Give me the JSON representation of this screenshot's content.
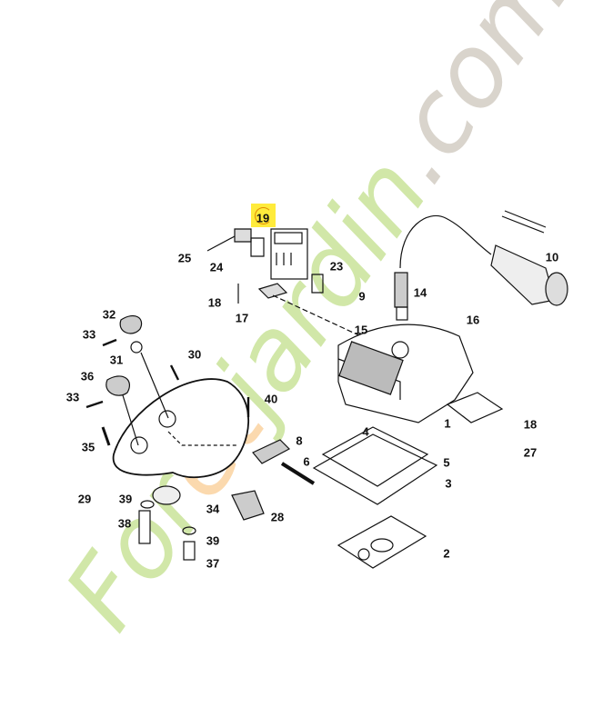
{
  "diagram": {
    "highlighted_part": "19",
    "highlight_color": "#ffeb3b",
    "labels": [
      {
        "id": "p19",
        "text": "19"
      },
      {
        "id": "p25",
        "text": "25"
      },
      {
        "id": "p24",
        "text": "24"
      },
      {
        "id": "p23",
        "text": "23"
      },
      {
        "id": "p18a",
        "text": "18"
      },
      {
        "id": "p17",
        "text": "17"
      },
      {
        "id": "p9",
        "text": "9"
      },
      {
        "id": "p14",
        "text": "14"
      },
      {
        "id": "p10",
        "text": "10"
      },
      {
        "id": "p16",
        "text": "16"
      },
      {
        "id": "p15",
        "text": "15"
      },
      {
        "id": "p32",
        "text": "32"
      },
      {
        "id": "p33a",
        "text": "33"
      },
      {
        "id": "p31",
        "text": "31"
      },
      {
        "id": "p30",
        "text": "30"
      },
      {
        "id": "p36",
        "text": "36"
      },
      {
        "id": "p33b",
        "text": "33"
      },
      {
        "id": "p40",
        "text": "40"
      },
      {
        "id": "p35",
        "text": "35"
      },
      {
        "id": "p8",
        "text": "8"
      },
      {
        "id": "p6",
        "text": "6"
      },
      {
        "id": "p1",
        "text": "1"
      },
      {
        "id": "p18b",
        "text": "18"
      },
      {
        "id": "p4",
        "text": "4"
      },
      {
        "id": "p5",
        "text": "5"
      },
      {
        "id": "p27",
        "text": "27"
      },
      {
        "id": "p3",
        "text": "3"
      },
      {
        "id": "p29",
        "text": "29"
      },
      {
        "id": "p39a",
        "text": "39"
      },
      {
        "id": "p34",
        "text": "34"
      },
      {
        "id": "p28",
        "text": "28"
      },
      {
        "id": "p38",
        "text": "38"
      },
      {
        "id": "p39b",
        "text": "39"
      },
      {
        "id": "p37",
        "text": "37"
      },
      {
        "id": "p2",
        "text": "2"
      }
    ]
  },
  "watermark": {
    "part1": "For",
    "part2": "et",
    "part3": "jardin",
    "part4": ".com",
    "green": "#c9e39a",
    "orange": "#fbd3a0",
    "grey": "#d3cdc4"
  }
}
